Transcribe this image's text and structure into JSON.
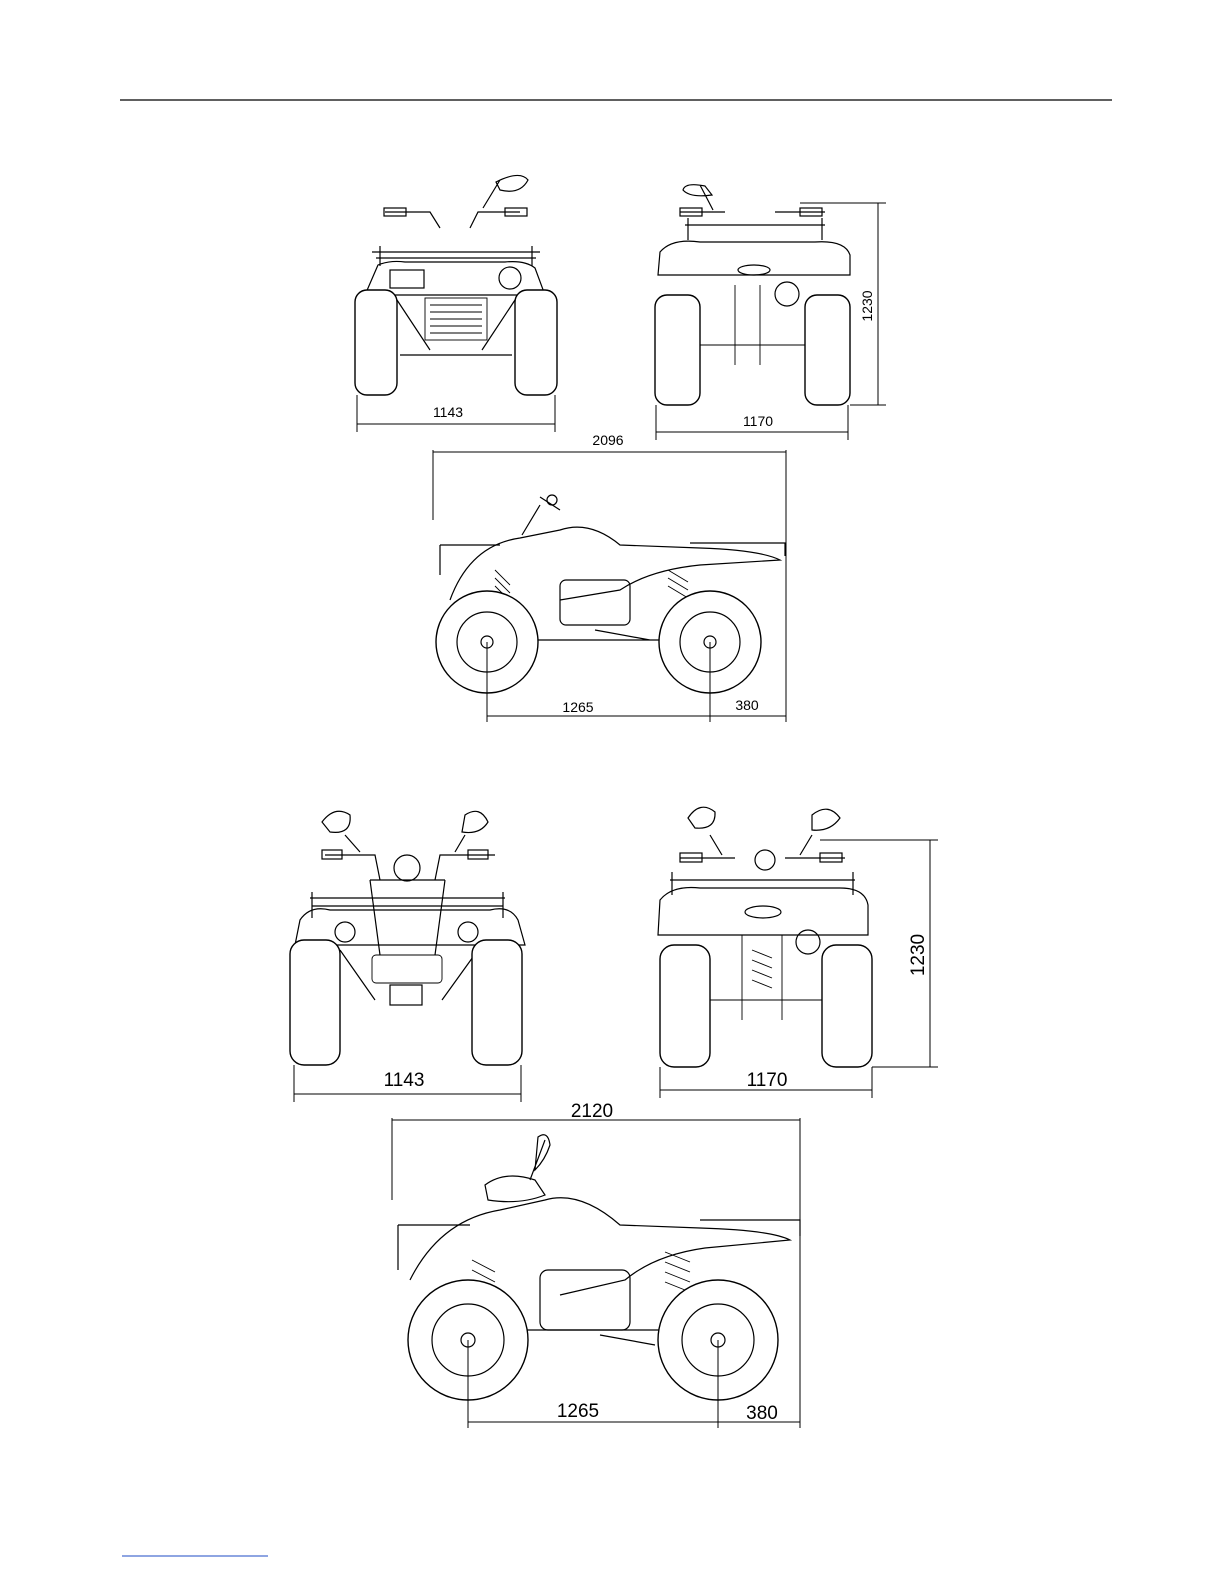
{
  "diagrams": [
    {
      "dims": {
        "front_width": "1143",
        "rear_width": "1170",
        "height": "1230",
        "length": "2096",
        "wheelbase": "1265",
        "rear_overhang": "380"
      }
    },
    {
      "dims": {
        "front_width": "1143",
        "rear_width": "1170",
        "height": "1230",
        "length": "2120",
        "wheelbase": "1265",
        "rear_overhang": "380"
      }
    }
  ]
}
